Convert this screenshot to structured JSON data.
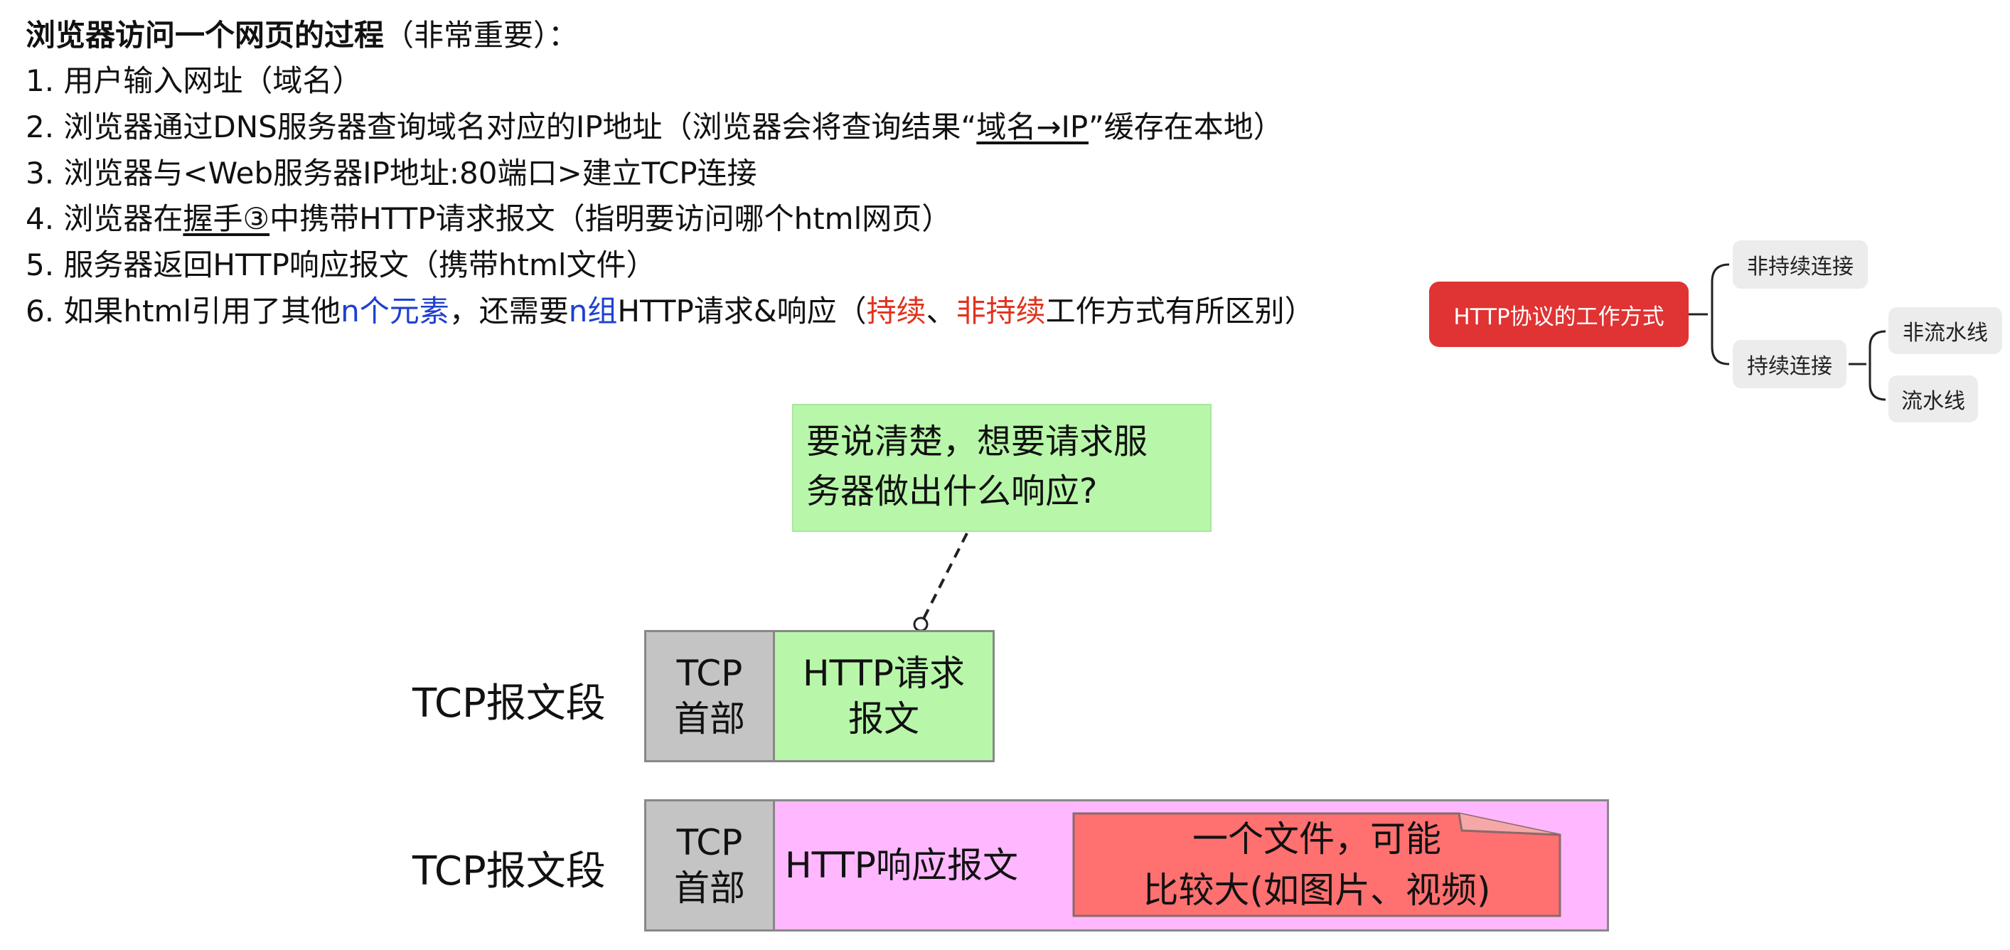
{
  "text": {
    "title": {
      "bold": "浏览器访问一个网页的过程",
      "rest": "（非常重要）："
    },
    "step1": "1. 用户输入网址（域名）",
    "step2": {
      "a": "2. 浏览器通过DNS服务器查询域名对应的IP地址（浏览器会将查询结果“",
      "u": "域名→IP",
      "b": "”缓存在本地）"
    },
    "step3": "3. 浏览器与<Web服务器IP地址:80端口>建立TCP连接",
    "step4": {
      "a": "4. 浏览器在",
      "u": "握手③",
      "b": "中携带HTTP请求报文（指明要访问哪个html网页）"
    },
    "step5": "5. 服务器返回HTTP响应报文（携带html文件）",
    "step6": {
      "a": "6. 如果html引用了其他",
      "blue1": "n个元素",
      "b": "，还需要",
      "blue2": "n组",
      "c": "HTTP请求&响应（",
      "red1": "持续",
      "d": "、",
      "red2": "非持续",
      "e": "工作方式有所区别）"
    }
  },
  "mindmap": {
    "root": "HTTP协议的工作方式",
    "non_persistent": "非持续连接",
    "persistent": "持续连接",
    "non_pipeline": "非流水线",
    "pipeline": "流水线"
  },
  "note": {
    "line1": "要说清楚，想要请求服",
    "line2": "务器做出什么响应?"
  },
  "segments": {
    "request": {
      "label": "TCP报文段",
      "tcp_line1": "TCP",
      "tcp_line2": "首部",
      "http_line1": "HTTP请求",
      "http_line2": "报文"
    },
    "response": {
      "label": "TCP报文段",
      "tcp_line1": "TCP",
      "tcp_line2": "首部",
      "http": "HTTP响应报文",
      "file_line1": "一个文件，可能",
      "file_line2": "比较大(如图片、视频)"
    }
  },
  "colors": {
    "root": "#e03333",
    "node": "#ececec",
    "note": "#b8f7a9",
    "tcp": "#c4c4c4",
    "request": "#b8f7a9",
    "response": "#ffb8ff",
    "file": "#ff7070"
  }
}
